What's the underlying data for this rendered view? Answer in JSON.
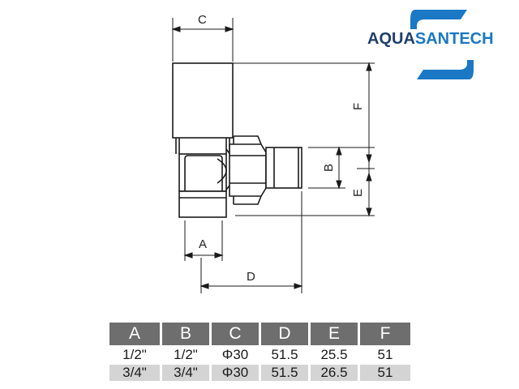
{
  "logo": {
    "brand_part1": "AQUA",
    "brand_part2": "SANTECH",
    "accent_color": "#1a78c4",
    "dark_color": "#1f3f6b"
  },
  "dimension_labels": {
    "a": "A",
    "b": "B",
    "c": "C",
    "d": "D",
    "e": "E",
    "f": "F"
  },
  "spec_table": {
    "headers": [
      "A",
      "B",
      "C",
      "D",
      "E",
      "F"
    ],
    "rows": [
      [
        "1/2\"",
        "1/2\"",
        "Φ30",
        "51.5",
        "25.5",
        "51"
      ],
      [
        "3/4\"",
        "3/4\"",
        "Φ30",
        "51.5",
        "26.5",
        "51"
      ]
    ]
  }
}
